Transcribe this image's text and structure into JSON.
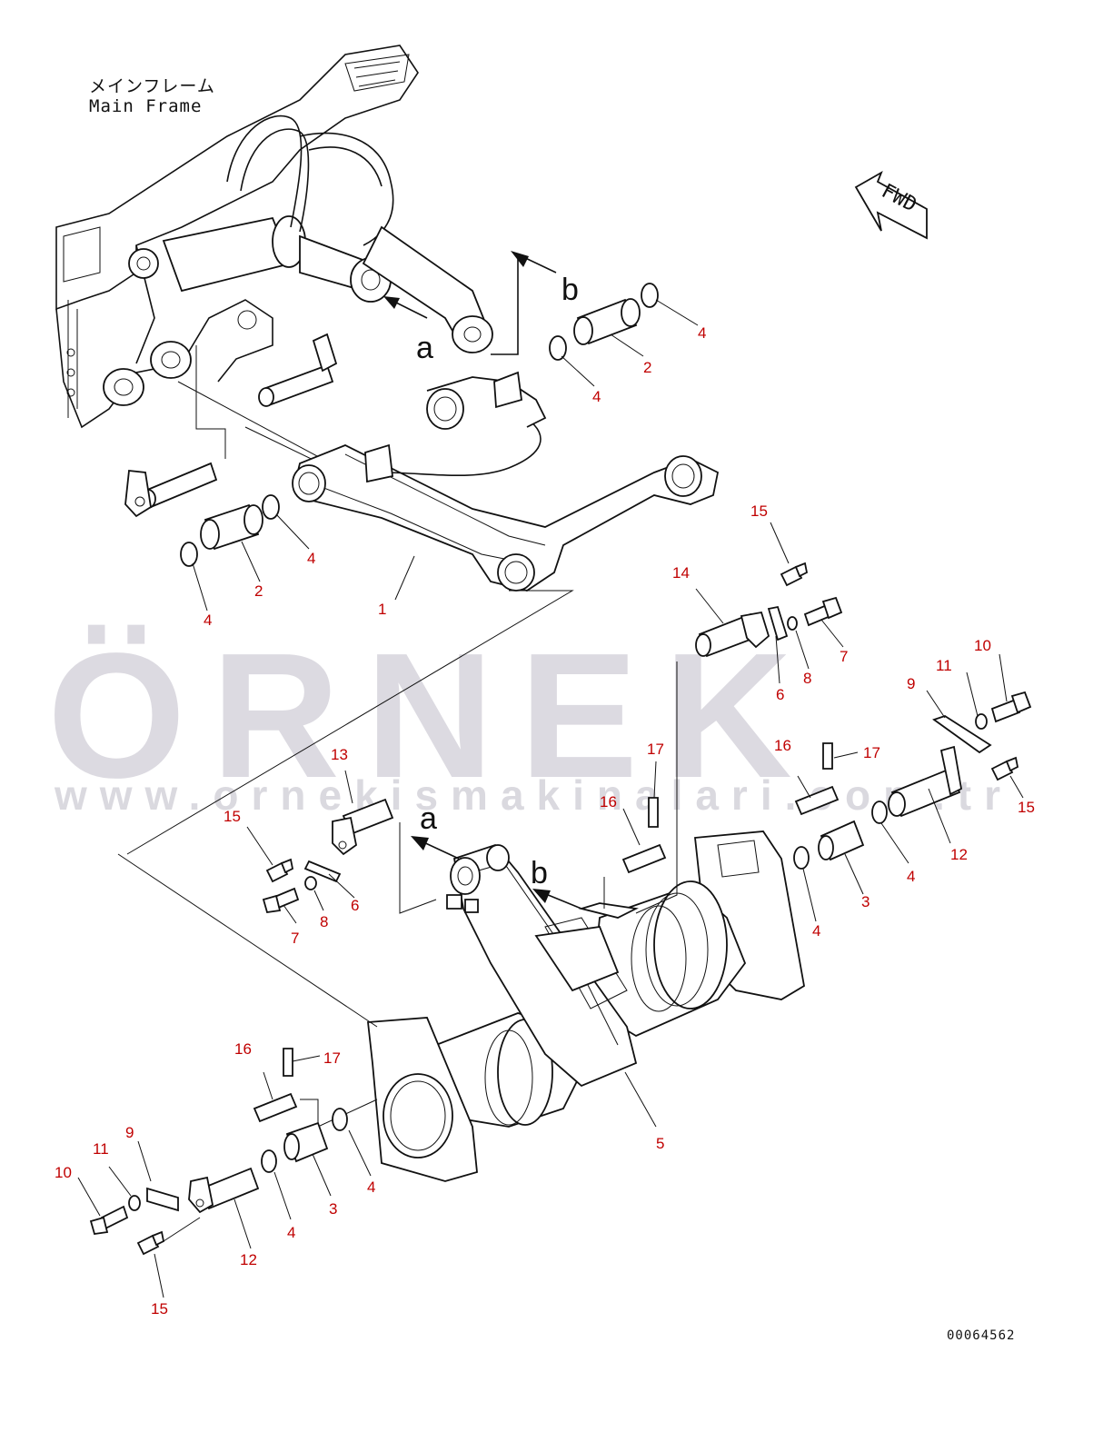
{
  "frame_label": {
    "jp": "メインフレーム",
    "en": "Main Frame"
  },
  "fwd_label": "FWD",
  "arrow_labels": {
    "a": "a",
    "b": "b"
  },
  "watermark": {
    "logo": "ÖRNEK",
    "url": "www.ornekismakinalari.com.tr"
  },
  "drawing_number": "00064562",
  "callouts": [
    {
      "id": "c1",
      "text": "1"
    },
    {
      "id": "c2a",
      "text": "2"
    },
    {
      "id": "c2b",
      "text": "2"
    },
    {
      "id": "c3a",
      "text": "3"
    },
    {
      "id": "c3b",
      "text": "3"
    },
    {
      "id": "c4a",
      "text": "4"
    },
    {
      "id": "c4b",
      "text": "4"
    },
    {
      "id": "c4c",
      "text": "4"
    },
    {
      "id": "c4d",
      "text": "4"
    },
    {
      "id": "c4e",
      "text": "4"
    },
    {
      "id": "c4f",
      "text": "4"
    },
    {
      "id": "c4g",
      "text": "4"
    },
    {
      "id": "c4h",
      "text": "4"
    },
    {
      "id": "c5",
      "text": "5"
    },
    {
      "id": "c6a",
      "text": "6"
    },
    {
      "id": "c6b",
      "text": "6"
    },
    {
      "id": "c7a",
      "text": "7"
    },
    {
      "id": "c7b",
      "text": "7"
    },
    {
      "id": "c8a",
      "text": "8"
    },
    {
      "id": "c8b",
      "text": "8"
    },
    {
      "id": "c9a",
      "text": "9"
    },
    {
      "id": "c9b",
      "text": "9"
    },
    {
      "id": "c10a",
      "text": "10"
    },
    {
      "id": "c10b",
      "text": "10"
    },
    {
      "id": "c11a",
      "text": "11"
    },
    {
      "id": "c11b",
      "text": "11"
    },
    {
      "id": "c12a",
      "text": "12"
    },
    {
      "id": "c12b",
      "text": "12"
    },
    {
      "id": "c13",
      "text": "13"
    },
    {
      "id": "c14",
      "text": "14"
    },
    {
      "id": "c15a",
      "text": "15"
    },
    {
      "id": "c15b",
      "text": "15"
    },
    {
      "id": "c15c",
      "text": "15"
    },
    {
      "id": "c15d",
      "text": "15"
    },
    {
      "id": "c16a",
      "text": "16"
    },
    {
      "id": "c16b",
      "text": "16"
    },
    {
      "id": "c16c",
      "text": "16"
    },
    {
      "id": "c17a",
      "text": "17"
    },
    {
      "id": "c17b",
      "text": "17"
    },
    {
      "id": "c17c",
      "text": "17"
    }
  ]
}
